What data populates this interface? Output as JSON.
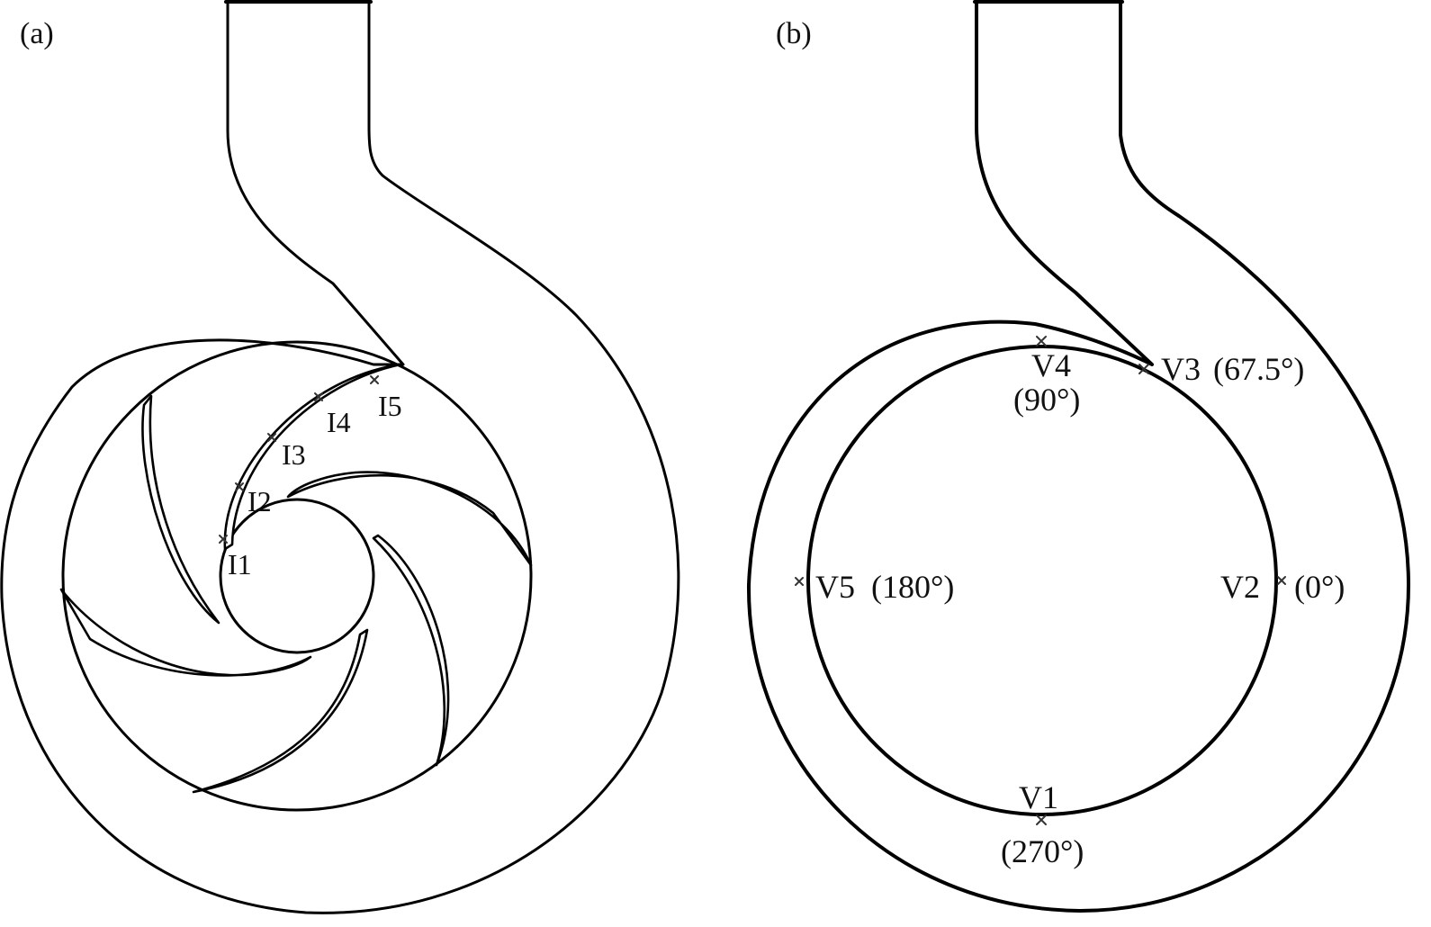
{
  "panels": {
    "a": {
      "label": "(a)"
    },
    "b": {
      "label": "(b)"
    }
  },
  "impeller_probes": [
    {
      "id": "I1",
      "label": "I1"
    },
    {
      "id": "I2",
      "label": "I2"
    },
    {
      "id": "I3",
      "label": "I3"
    },
    {
      "id": "I4",
      "label": "I4"
    },
    {
      "id": "I5",
      "label": "I5"
    }
  ],
  "volute_probes": [
    {
      "id": "V1",
      "label": "V1",
      "angle": "(270°)"
    },
    {
      "id": "V2",
      "label": "V2",
      "angle": "(0°)"
    },
    {
      "id": "V3",
      "label": "V3",
      "angle": "(67.5°)"
    },
    {
      "id": "V4",
      "label": "V4",
      "angle": "(90°)"
    },
    {
      "id": "V5",
      "label": "V5",
      "angle": "(180°)"
    }
  ]
}
